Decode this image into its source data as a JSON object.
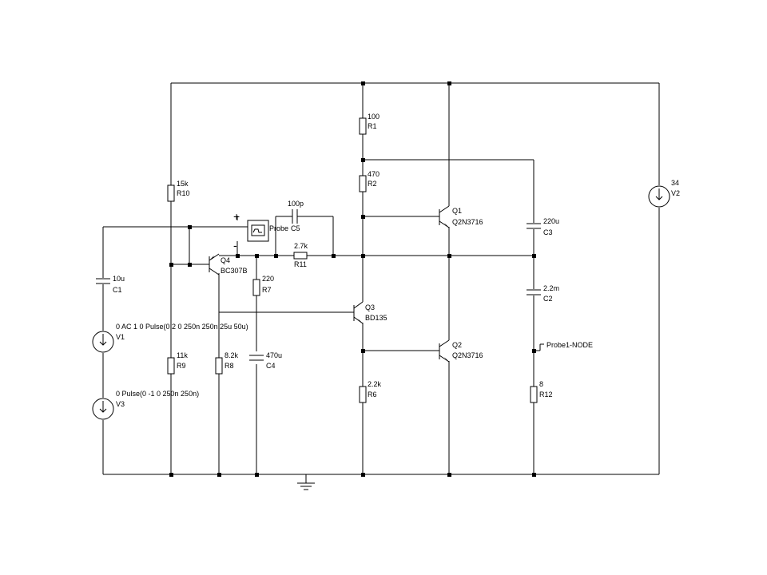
{
  "components": {
    "r1": {
      "value": "100",
      "ref": "R1"
    },
    "r2": {
      "value": "470",
      "ref": "R2"
    },
    "r10": {
      "value": "15k",
      "ref": "R10"
    },
    "r11": {
      "value": "2.7k",
      "ref": "R11"
    },
    "r7": {
      "value": "220",
      "ref": "R7"
    },
    "r9": {
      "value": "11k",
      "ref": "R9"
    },
    "r8": {
      "value": "8.2k",
      "ref": "R8"
    },
    "r6": {
      "value": "2.2k",
      "ref": "R6"
    },
    "r12": {
      "value": "8",
      "ref": "R12"
    },
    "c1": {
      "value": "10u",
      "ref": "C1"
    },
    "c5": {
      "value": "100p",
      "ref": "C5"
    },
    "c4": {
      "value": "470u",
      "ref": "C4"
    },
    "c3": {
      "value": "220u",
      "ref": "C3"
    },
    "c2": {
      "value": "2.2m",
      "ref": "C2"
    },
    "q1": {
      "ref": "Q1",
      "model": "Q2N3716"
    },
    "q2": {
      "ref": "Q2",
      "model": "Q2N3716"
    },
    "q3": {
      "ref": "Q3",
      "model": "BD135"
    },
    "q4": {
      "ref": "Q4",
      "model": "BC307B"
    },
    "v1": {
      "value": "0 AC 1 0 Pulse(0 2 0 250n 250n 25u 50u)",
      "ref": "V1"
    },
    "v2": {
      "value": "34",
      "ref": "V2"
    },
    "v3": {
      "value": "0 Pulse(0 -1 0 250n 250n)",
      "ref": "V3"
    }
  },
  "probes": {
    "scope_label": "Probe",
    "node_label": "Probe1-NODE",
    "plus_sign": "+",
    "minus_sign": "-"
  },
  "icons": [
    "oscilloscope-probe-icon",
    "ground-icon"
  ]
}
